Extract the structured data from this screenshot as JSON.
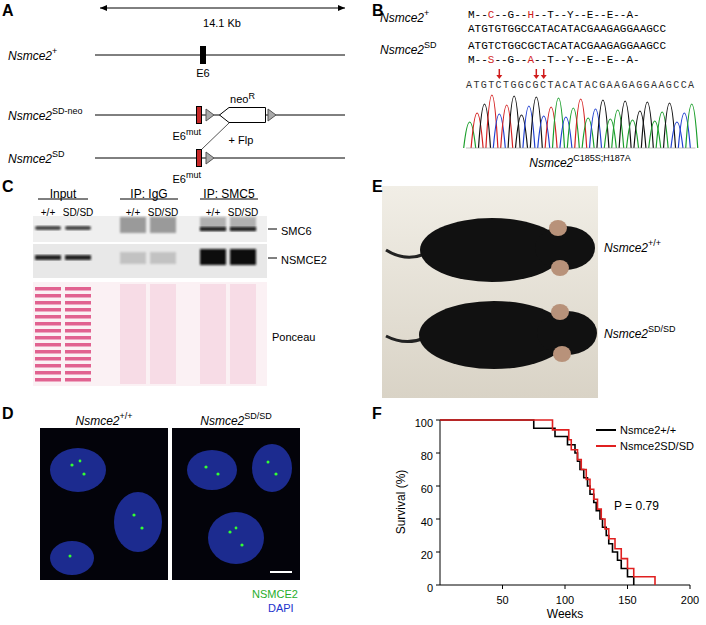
{
  "diagram": {
    "nodes": [
      {
        "text": [
          "E6"
        ]
      },
      {
        "text": [
          "E6",
          "mut"
        ]
      },
      {
        "text": [
          "neo",
          "R"
        ]
      },
      {
        "text": [
          "E6",
          "mut"
        ]
      }
    ],
    "edges": [
      {
        "from": 2,
        "to": 3,
        "arrow": "none",
        "label": "+ Flp"
      }
    ],
    "labels": [
      "A",
      "14.1 Kb",
      "Nsmce2",
      "+",
      "Nsmce2",
      "SD-neo",
      "Nsmce2",
      "SD",
      "B",
      "Nsmce2",
      "+",
      "Nsmce2",
      "SD",
      "M--",
      "C",
      "--G--",
      "H",
      "--T--Y--E--E--A-",
      "ATGTGTGGCCATACATACGAAGAGGAAGCC",
      "ATGTCTGGCGCTACATACGAAGAGGAAGCC",
      "M--",
      "S",
      "--G--",
      "A",
      "--T--Y--E--E--A-",
      "ATGTCTGGCGCTACATACGAAGAGGAAGCCA",
      "Nsmce2",
      "C185S;H187A",
      "C",
      "Input",
      "IP: IgG",
      "IP: SMC5",
      "+/+",
      "SD/SD",
      "+/+",
      "SD/SD",
      "+/+",
      "SD/SD",
      "SMC6",
      "NSMCE2",
      "Ponceau",
      "D",
      "Nsmce2",
      "+/+",
      "Nsmce2",
      "SD/SD",
      "NSMCE2",
      "DAPI",
      "E",
      "Nsmce2",
      "+/+",
      "Nsmce2",
      "SD/SD",
      "F",
      "100",
      "80",
      "60",
      "40",
      "20",
      "0",
      "50",
      "100",
      "150",
      "200",
      "Weeks",
      "Survival (%)",
      "P = 0.79"
    ],
    "legend": [
      {
        "text": "Nsmce2+/+"
      },
      {
        "text": "Nsmce2SD/SD"
      }
    ]
  }
}
